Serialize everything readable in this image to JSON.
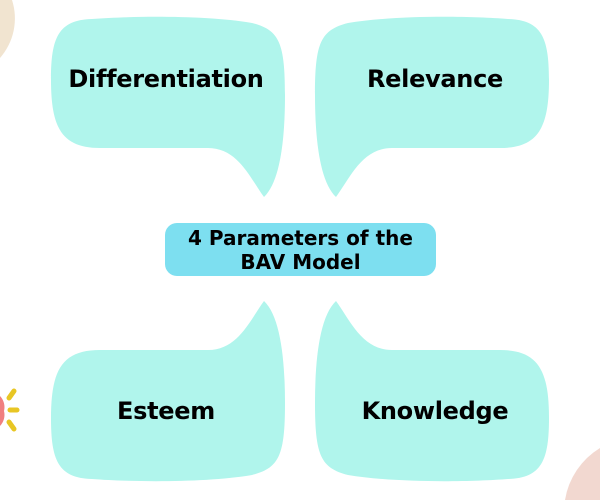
{
  "diagram": {
    "center": {
      "line1": "4 Parameters of the",
      "line2": "BAV Model"
    },
    "bubbles": [
      {
        "label": "Differentiation"
      },
      {
        "label": "Relevance"
      },
      {
        "label": "Esteem"
      },
      {
        "label": "Knowledge"
      }
    ],
    "colors": {
      "bubble": "#b0f5ec",
      "center": "#7ddff0",
      "accent_yellow": "#e8c624"
    }
  }
}
